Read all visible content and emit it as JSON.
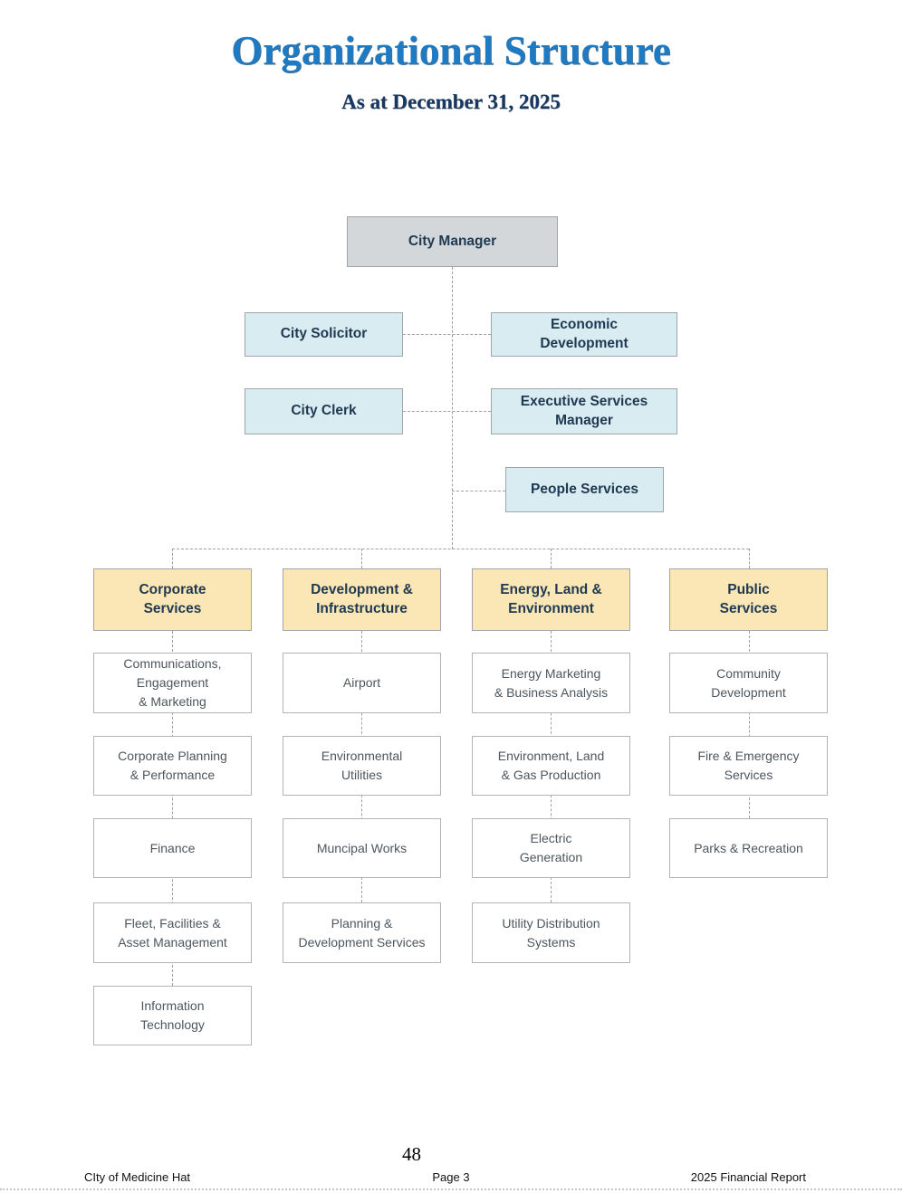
{
  "page": {
    "title": "Organizational Structure",
    "subtitle": "As at December 31, 2025"
  },
  "chart": {
    "city_manager": "City Manager",
    "city_solicitor": "City Solicitor",
    "economic_development": "Economic\nDevelopment",
    "city_clerk": "City Clerk",
    "executive_services_manager": "Executive Services\nManager",
    "people_services": "People Services",
    "divisions": [
      {
        "name": "Corporate\nServices",
        "departments": [
          "Communications,\nEngagement\n& Marketing",
          "Corporate Planning\n& Performance",
          "Finance",
          "Fleet, Facilities &\nAsset Management",
          "Information\nTechnology"
        ]
      },
      {
        "name": "Development &\nInfrastructure",
        "departments": [
          "Airport",
          "Environmental\nUtilities",
          "Muncipal Works",
          "Planning &\nDevelopment Services"
        ]
      },
      {
        "name": "Energy, Land &\nEnvironment",
        "departments": [
          "Energy Marketing\n& Business Analysis",
          "Environment, Land\n& Gas Production",
          "Electric\nGeneration",
          "Utility Distribution\nSystems"
        ]
      },
      {
        "name": "Public\nServices",
        "departments": [
          "Community\nDevelopment",
          "Fire & Emergency\nServices",
          "Parks & Recreation"
        ]
      }
    ]
  },
  "colors": {
    "title_blue": "#1e7bc3",
    "subtitle_navy": "#173861",
    "box_gray": "#d3d7d9",
    "box_blue": "#d9ecf1",
    "box_yellow": "#fbe7b6",
    "box_text_navy": "#1e3951",
    "dept_text_gray": "#4d565e",
    "connector_gray": "#9aa0a3"
  },
  "footer": {
    "page_number": "48",
    "left": "CIty of Medicine Hat",
    "center": "Page 3",
    "right": "2025 Financial Report"
  }
}
